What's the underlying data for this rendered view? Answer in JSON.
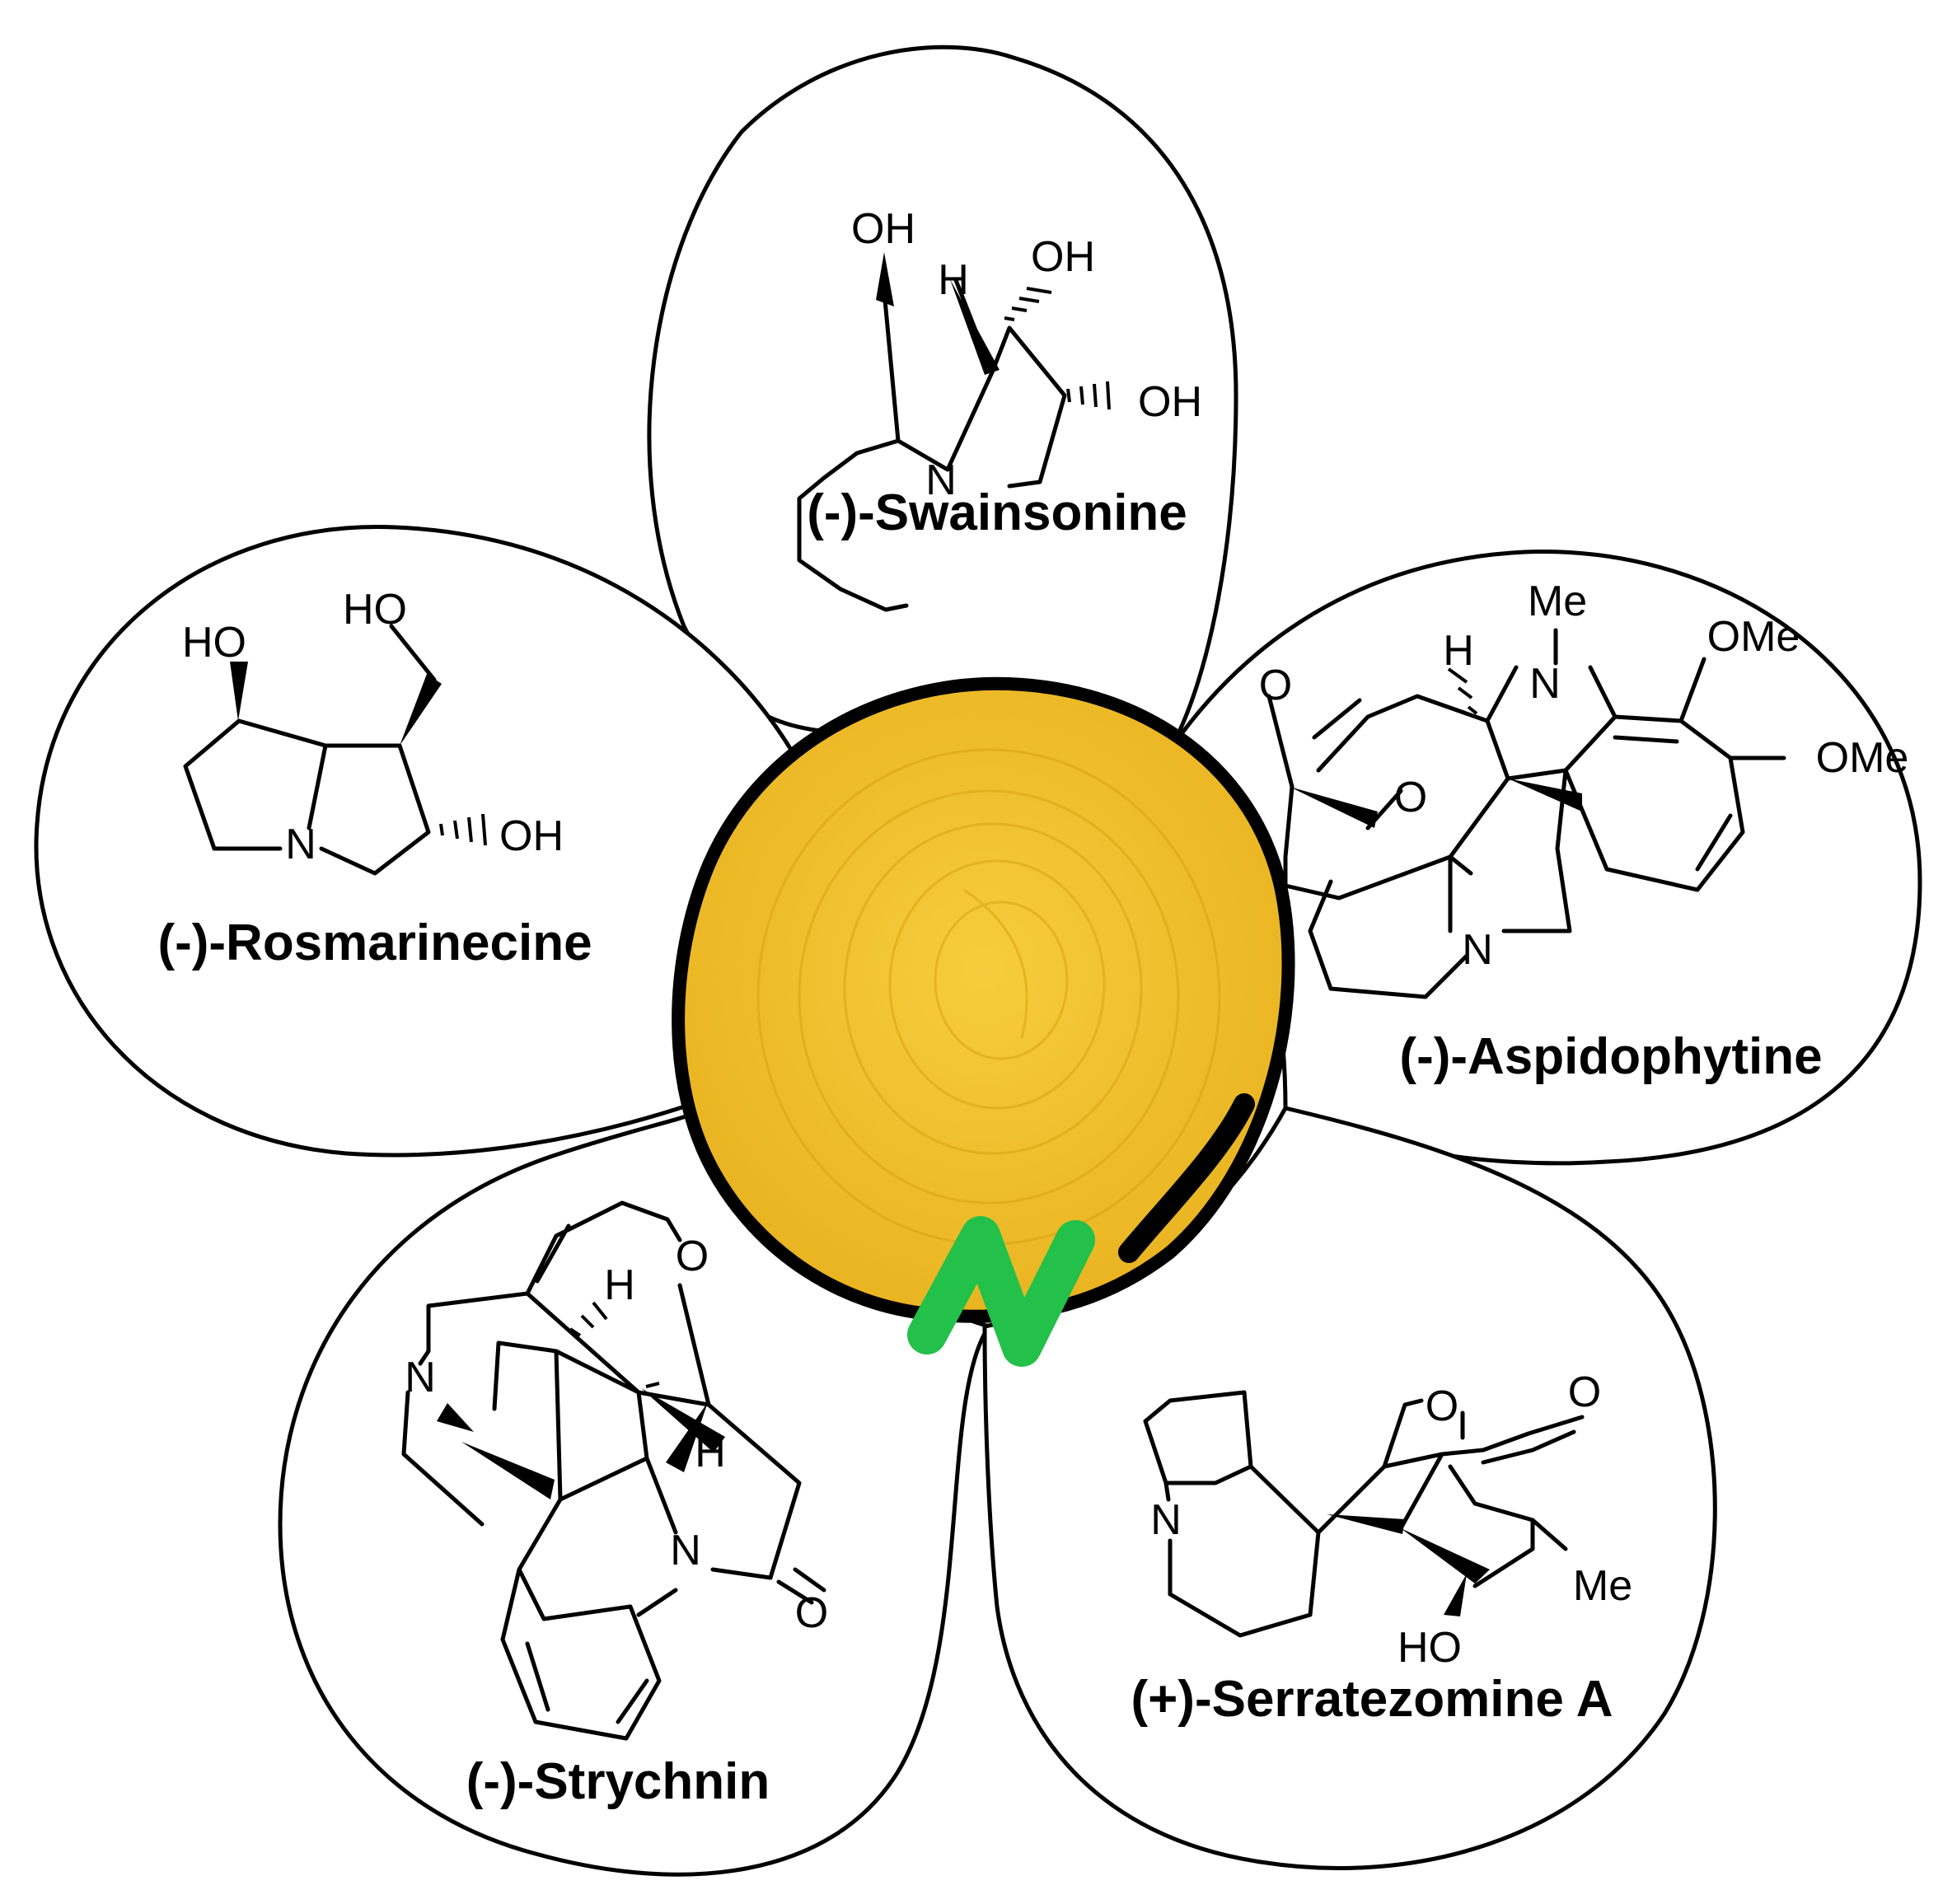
{
  "diagram": {
    "colors": {
      "petal_fill": "#ffffff",
      "outline": "#000000",
      "center_fill": "#f2c12e",
      "center_texture": "#d9a312",
      "n_letter": "#23c04a"
    },
    "center": {
      "letter": "N",
      "icon": "flower-center-n-glyph"
    },
    "molecules": [
      {
        "id": "swainsonine",
        "name": "(-)-Swainsonine",
        "atoms": {
          "oh1": "OH",
          "oh2": "OH",
          "oh3": "OH",
          "h": "H",
          "n": "N"
        }
      },
      {
        "id": "rosmarinecine",
        "name": "(-)-Rosmarinecine",
        "atoms": {
          "ho1": "HO",
          "ho2": "HO",
          "oh": "OH",
          "n": "N"
        }
      },
      {
        "id": "aspidophytine",
        "name": "(-)-Aspidophytine",
        "atoms": {
          "me": "Me",
          "ome1": "OMe",
          "ome2": "OMe",
          "h": "H",
          "n1": "N",
          "n2": "N",
          "o1": "O",
          "o2": "O"
        }
      },
      {
        "id": "strychnin",
        "name": "(-)-Strychnin",
        "atoms": {
          "o1": "O",
          "h1": "H",
          "h2": "H",
          "n1": "N",
          "n2": "N",
          "o2": "O"
        }
      },
      {
        "id": "serratezomine",
        "name": "(+)-Serratezomine A",
        "atoms": {
          "o1": "O",
          "o2": "O",
          "n": "N",
          "me": "Me",
          "ho": "HO"
        }
      }
    ]
  }
}
